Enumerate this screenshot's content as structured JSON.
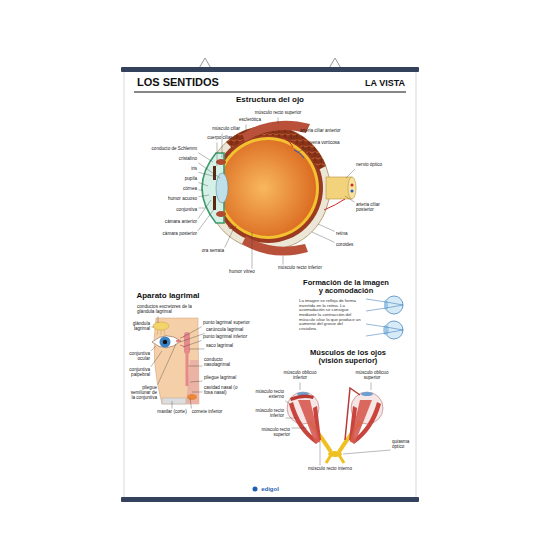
{
  "diagram": {
    "title": "LOS SENTIDOS",
    "labels": [
      "LA VISTA",
      "Estructura del ojo",
      "músculo recto superior",
      "esclerótica",
      "músculo ciliar",
      "cuerpo ciliar",
      "arteria ciliar anterior",
      "vena vorticosa",
      "conducto de Schlemm",
      "cristalino",
      "iris",
      "pupila",
      "córnea",
      "humor acuoso",
      "conjuntiva",
      "cámara anterior",
      "cámara posterior",
      "nervio óptico",
      "arteria ciliar posterior",
      "retina",
      "coroides",
      "ora serrata",
      "humor vítreo",
      "músculo recto inferior",
      "Formación de la imagen y acomodación",
      "La imagen se refleja de forma invertida en la retina. La acomodación se consigue mediante la contracción del músculo ciliar lo que produce un aumento del grosor del cristalino.",
      "Aparato lagrimal",
      "conductos excretores de la glándula lagrimal",
      "glándula lagrimal",
      "punto lagrimal superior",
      "carúncula lagrimal",
      "punto lagrimal inferior",
      "saco lagrimal",
      "conjuntiva ocular",
      "conducto nasolagrimal",
      "conjuntiva palpebral",
      "pliegue lagrimal",
      "cavidad nasal (o fosa nasal)",
      "pliegue semilunar de la conjuntiva",
      "maxilar (corte)",
      "cornete inferior",
      "Músculos de los ojos (visión superior)",
      "músculo oblicuo inferior",
      "músculo oblicuo superior",
      "músculo recto externo",
      "músculo recto inferior",
      "músculo recto superior",
      "músculo recto interno",
      "quiasma óptico",
      "edigol"
    ]
  }
}
